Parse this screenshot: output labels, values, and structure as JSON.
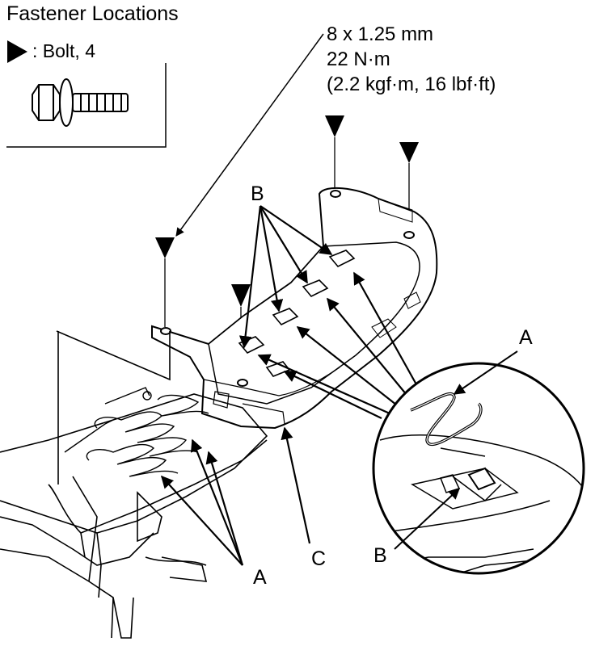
{
  "header": {
    "title": "Fastener Locations"
  },
  "legend": {
    "bolt_label": ": Bolt, 4",
    "marker_icon": "triangle-marker-icon",
    "item_icon": "flange-bolt-icon"
  },
  "spec": {
    "size": "8 x 1.25 mm",
    "torque": "22 N·m",
    "torque_alt": "(2.2 kgf·m, 16 lbf·ft)"
  },
  "callouts": {
    "a": "A",
    "b": "B",
    "c": "C"
  },
  "colors": {
    "line": "#000000",
    "background": "#ffffff"
  }
}
